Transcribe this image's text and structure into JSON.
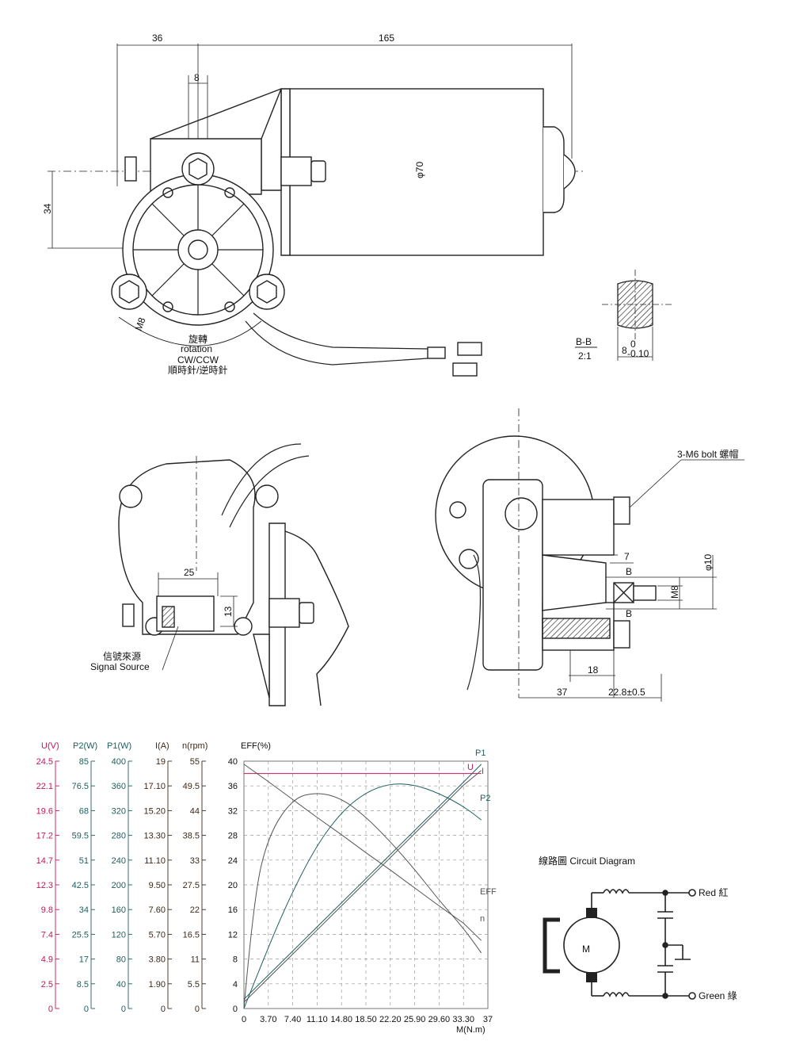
{
  "top_view": {
    "dim_36": "36",
    "dim_165": "165",
    "dim_8": "8",
    "dim_34": "34",
    "dim_phi70": "φ70",
    "dim_m8": "M8",
    "rotation_cn": "旋轉",
    "rotation_en": "rotation",
    "cw_ccw": "CW/CCW",
    "cw_ccw_cn": "順時針/逆時針"
  },
  "section_bb": {
    "title": "B-B",
    "scale": "2:1",
    "dim_main": "8",
    "tol_top": "0",
    "tol_bottom": "-0.10"
  },
  "side_view_left": {
    "dim_25": "25",
    "dim_13": "13",
    "signal_cn": "信號來源",
    "signal_en": "Signal Source"
  },
  "side_view_right": {
    "bolt_label": "3-M6 bolt 螺帽",
    "dim_7": "7",
    "dim_phi10": "φ10",
    "dim_m8": "M8",
    "label_b1": "B",
    "label_b2": "B",
    "dim_18": "18",
    "dim_37": "37",
    "dim_22_8": "22.8±0.5"
  },
  "circuit": {
    "title": "線路圖 Circuit Diagram",
    "motor_label": "M",
    "red_label": "Red 紅",
    "green_label": "Green 綠"
  },
  "chart_data": {
    "type": "line",
    "ylabel": "EFF(%)",
    "xlabel": "M(N.m)",
    "x_ticks": [
      "0",
      "3.70",
      "7.40",
      "11.10",
      "14.80",
      "18.50",
      "22.20",
      "25.90",
      "29.60",
      "33.30",
      "37"
    ],
    "xlim": [
      0,
      37
    ],
    "ylim": [
      0,
      40
    ],
    "y_ticks": [
      "0",
      "4",
      "8",
      "12",
      "16",
      "20",
      "24",
      "28",
      "32",
      "36",
      "40"
    ],
    "grid": true,
    "scales": [
      {
        "name": "U(V)",
        "color": "#c2185b",
        "ticks": [
          "0",
          "2.5",
          "4.9",
          "7.4",
          "9.8",
          "12.3",
          "14.7",
          "17.2",
          "19.6",
          "22.1",
          "24.5"
        ]
      },
      {
        "name": "P2(W)",
        "color": "#1f5f5f",
        "ticks": [
          "0",
          "8.5",
          "17",
          "25.5",
          "34",
          "42.5",
          "51",
          "59.5",
          "68",
          "76.5",
          "85"
        ]
      },
      {
        "name": "P1(W)",
        "color": "#1f5f5f",
        "ticks": [
          "0",
          "40",
          "80",
          "120",
          "160",
          "200",
          "240",
          "280",
          "320",
          "360",
          "400"
        ]
      },
      {
        "name": "I(A)",
        "color": "#3b2a1a",
        "ticks": [
          "0",
          "1.90",
          "3.80",
          "5.70",
          "7.60",
          "9.50",
          "11.10",
          "13.30",
          "15.20",
          "17.10",
          "19"
        ]
      },
      {
        "name": "n(rpm)",
        "color": "#3b2a1a",
        "ticks": [
          "0",
          "5.5",
          "11",
          "16.5",
          "22",
          "27.5",
          "33",
          "38.5",
          "44",
          "49.5",
          "55"
        ]
      }
    ],
    "series": [
      {
        "name": "P1",
        "color": "#1f5f5f",
        "x": [
          0,
          3.7,
          7.4,
          11.1,
          14.8,
          18.5,
          22.2,
          25.9,
          29.6,
          33.3,
          36
        ],
        "y": [
          1.5,
          5.4,
          9.3,
          13.2,
          17.1,
          21,
          24.9,
          28.8,
          32.7,
          36.6,
          39.5
        ]
      },
      {
        "name": "U",
        "color": "#c2185b",
        "x": [
          0,
          36
        ],
        "y": [
          38,
          38
        ]
      },
      {
        "name": "I",
        "color": "#555555",
        "x": [
          0,
          3.7,
          7.4,
          11.1,
          14.8,
          18.5,
          22.2,
          25.9,
          29.6,
          33.3,
          36
        ],
        "y": [
          1,
          4.9,
          8.8,
          12.7,
          16.6,
          20.5,
          24.4,
          28.3,
          32.2,
          36.1,
          38.5
        ]
      },
      {
        "name": "P2",
        "color": "#1f5f5f",
        "x": [
          0,
          3.7,
          7.4,
          11.1,
          14.8,
          18.5,
          22.2,
          25.9,
          29.6,
          33.3,
          36
        ],
        "y": [
          0,
          10,
          19,
          26.5,
          31.8,
          35,
          36.4,
          36.2,
          34.8,
          32.7,
          30.5
        ]
      },
      {
        "name": "EFF",
        "color": "#555555",
        "x": [
          0,
          1.5,
          3.7,
          7.4,
          11.1,
          14.8,
          18.5,
          22.2,
          25.9,
          29.6,
          33.3,
          36
        ],
        "y": [
          0,
          18,
          28,
          34,
          35,
          34,
          31,
          27,
          22.5,
          17.5,
          13,
          9
        ]
      },
      {
        "name": "n",
        "color": "#555555",
        "x": [
          0,
          3.7,
          7.4,
          11.1,
          14.8,
          18.5,
          22.2,
          25.9,
          29.6,
          33.3,
          36
        ],
        "y": [
          39.5,
          36.7,
          33.8,
          30.9,
          28.1,
          25.2,
          22.4,
          19.5,
          16.6,
          13.8,
          11
        ]
      }
    ]
  }
}
